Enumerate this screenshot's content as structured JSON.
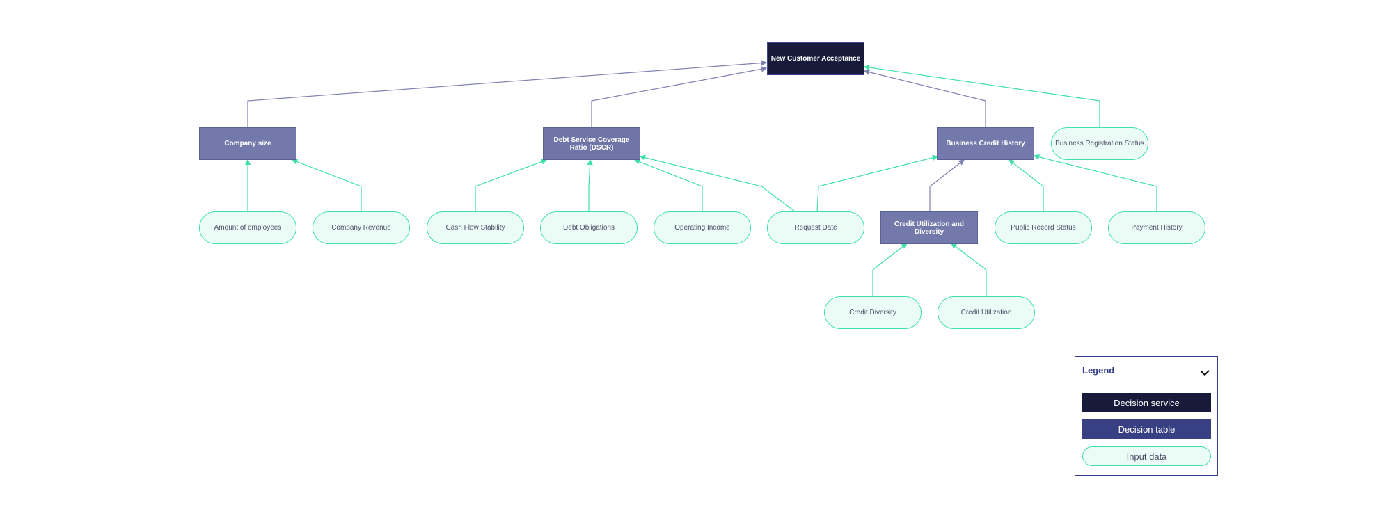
{
  "diagram": {
    "nodes": {
      "new_customer_acceptance": "New Customer Acceptance",
      "company_size": "Company size",
      "dscr": "Debt Service Coverage Ratio (DSCR)",
      "business_credit_history": "Business Credit History",
      "business_registration_status": "Business Registration Status",
      "amount_of_employees": "Amount of employees",
      "company_revenue": "Company Revenue",
      "cash_flow_stability": "Cash Flow Stability",
      "debt_obligations": "Debt Obligations",
      "operating_income": "Operating Income",
      "request_date": "Request Date",
      "credit_utilization_and_diversity": "Credit Utilization and Diversity",
      "public_record_status": "Public Record Status",
      "payment_history": "Payment History",
      "credit_diversity": "Credit Diversity",
      "credit_utilization": "Credit Utilization"
    },
    "edges": [
      {
        "from": "company_size",
        "to": "new_customer_acceptance",
        "kind": "decision"
      },
      {
        "from": "dscr",
        "to": "new_customer_acceptance",
        "kind": "decision"
      },
      {
        "from": "business_credit_history",
        "to": "new_customer_acceptance",
        "kind": "decision"
      },
      {
        "from": "business_registration_status",
        "to": "new_customer_acceptance",
        "kind": "input"
      },
      {
        "from": "amount_of_employees",
        "to": "company_size",
        "kind": "input"
      },
      {
        "from": "company_revenue",
        "to": "company_size",
        "kind": "input"
      },
      {
        "from": "cash_flow_stability",
        "to": "dscr",
        "kind": "input"
      },
      {
        "from": "debt_obligations",
        "to": "dscr",
        "kind": "input"
      },
      {
        "from": "operating_income",
        "to": "dscr",
        "kind": "input"
      },
      {
        "from": "request_date",
        "to": "dscr",
        "kind": "input"
      },
      {
        "from": "request_date",
        "to": "business_credit_history",
        "kind": "input"
      },
      {
        "from": "credit_utilization_and_diversity",
        "to": "business_credit_history",
        "kind": "decision"
      },
      {
        "from": "public_record_status",
        "to": "business_credit_history",
        "kind": "input"
      },
      {
        "from": "payment_history",
        "to": "business_credit_history",
        "kind": "input"
      },
      {
        "from": "credit_diversity",
        "to": "credit_utilization_and_diversity",
        "kind": "input"
      },
      {
        "from": "credit_utilization",
        "to": "credit_utilization_and_diversity",
        "kind": "input"
      }
    ],
    "colors": {
      "decision_service": "#171a3a",
      "decision_table": "#7379ab",
      "input_fill": "#ebfcf6",
      "input_border": "#3ee0a8",
      "decision_edge": "#7d80b0",
      "input_edge": "#3ee0a8"
    }
  },
  "legend": {
    "title": "Legend",
    "collapse_icon": "chevron-down-icon",
    "items": {
      "service": "Decision service",
      "table": "Decision table",
      "input": "Input data"
    }
  }
}
